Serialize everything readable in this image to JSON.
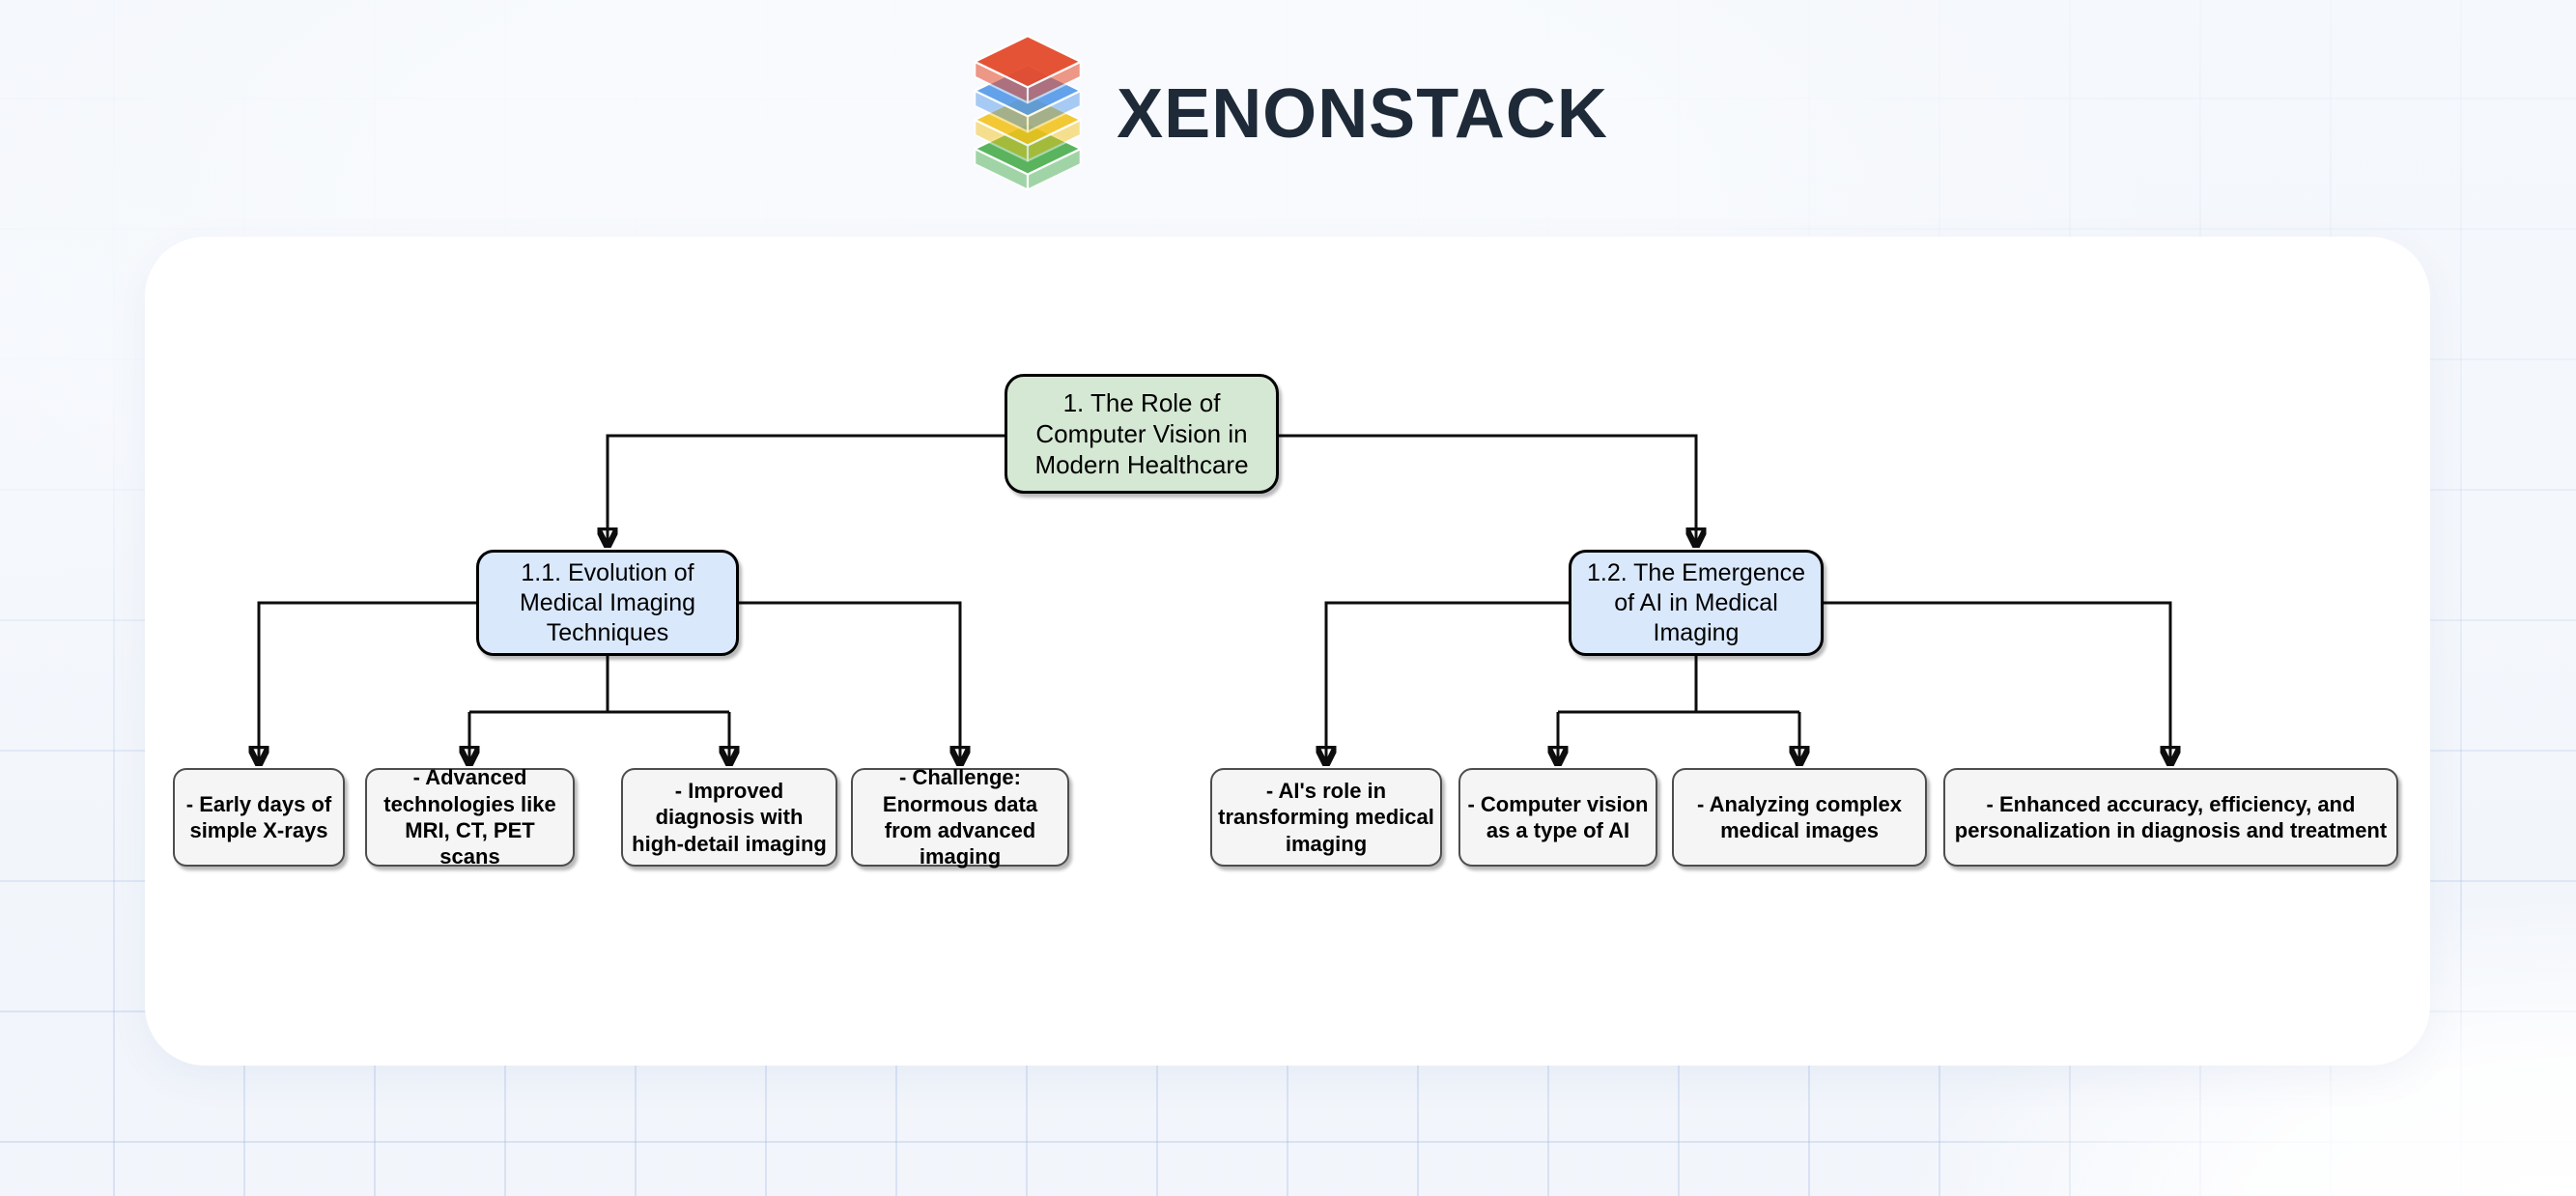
{
  "logo": {
    "brand": "XENONSTACK",
    "icon": "layer-stack-logo-icon",
    "colors": {
      "red": "#e54b2c",
      "blue": "#4f97e8",
      "yellow": "#f2c219",
      "green": "#4caf50",
      "wordmark": "#1e2a38"
    }
  },
  "diagram": {
    "root": "1. The Role of Computer Vision in Modern Healthcare",
    "branches": [
      {
        "label": "1.1. Evolution of Medical Imaging Techniques",
        "leaves": [
          "- Early days of simple X-rays",
          "- Advanced technologies like MRI, CT, PET scans",
          "- Improved diagnosis with high-detail imaging",
          "- Challenge: Enormous data from advanced imaging"
        ]
      },
      {
        "label": "1.2. The Emergence of AI in Medical Imaging",
        "leaves": [
          "- AI's role in transforming medical imaging",
          "- Computer vision as a type of AI",
          "- Analyzing complex medical images",
          "- Enhanced accuracy, efficiency, and personalization in diagnosis and treatment"
        ]
      }
    ],
    "colors": {
      "root_fill": "#d5e8d4",
      "branch_fill": "#dae8fc",
      "leaf_fill": "#f5f5f5",
      "leaf_border": "#4d4d4d",
      "node_border": "#000000",
      "connector": "#0d0d0d",
      "card_background": "#ffffff",
      "page_background": "#f3f6fb",
      "grid_line": "#bccdea"
    }
  }
}
